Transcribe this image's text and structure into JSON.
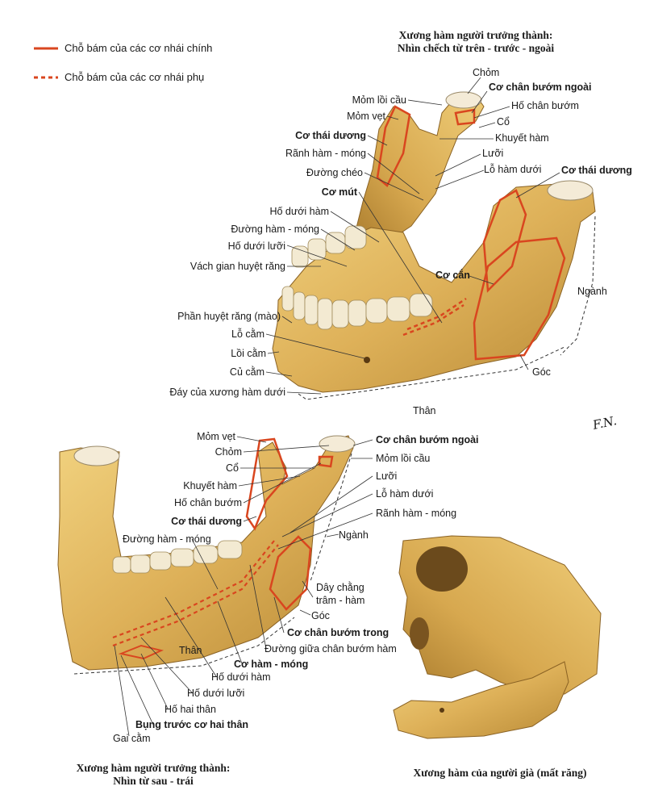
{
  "legend": {
    "main": "Chỗ bám của các cơ nhái chính",
    "secondary": "Chỗ bám của các cơ nhái phụ",
    "main_color": "#d9461f",
    "secondary_color": "#d9461f"
  },
  "top": {
    "caption_line1": "Xương hàm người trưởng thành:",
    "caption_line2": "Nhìn chếch từ trên - trước - ngoài",
    "labels": {
      "chom": "Chỏm",
      "co_chan_buom_ngoai": "Cơ chân bướm ngoài",
      "ho_chan_buom": "Hố chân bướm",
      "co": "Cổ",
      "khuyet_ham": "Khuyết hàm",
      "luoi": "Lưỡi",
      "lo_ham_duoi": "Lỗ hàm dưới",
      "co_thai_duong_right": "Cơ thái dương",
      "mom_loi_cau": "Mỏm lồi cầu",
      "mom_vet": "Mỏm vẹt",
      "co_thai_duong": "Cơ thái dương",
      "ranh_ham_mong": "Rãnh hàm - móng",
      "duong_cheo": "Đường chéo",
      "co_mut": "Cơ mút",
      "ho_duoi_ham": "Hố dưới hàm",
      "duong_ham_mong": "Đường hàm - móng",
      "ho_duoi_luoi": "Hố dưới lưỡi",
      "vach_gian_huyet_rang": "Vách gian huyệt răng",
      "co_can": "Cơ cắn",
      "nganh": "Ngành",
      "phan_huyet_rang": "Phần huyệt răng (mào)",
      "lo_cam": "Lỗ cằm",
      "loi_cam": "Lồi cằm",
      "cu_cam": "Củ cằm",
      "day": "Đáy của xương hàm dưới",
      "goc": "Góc",
      "than": "Thân"
    }
  },
  "bottom": {
    "caption_line1": "Xương hàm người trưởng thành:",
    "caption_line2": "Nhìn từ sau - trái",
    "labels": {
      "mom_vet": "Mỏm vẹt",
      "chom": "Chỏm",
      "co": "Cổ",
      "khuyet_ham": "Khuyết hàm",
      "ho_chan_buom": "Hố chân bướm",
      "co_thai_duong": "Cơ thái dương",
      "duong_ham_mong": "Đường hàm - móng",
      "co_chan_buom_ngoai": "Cơ chân bướm ngoài",
      "mom_loi_cau": "Mỏm lồi cầu",
      "luoi": "Lưỡi",
      "lo_ham_duoi": "Lỗ hàm dưới",
      "ranh_ham_mong": "Rãnh hàm - móng",
      "nganh": "Ngành",
      "day_chang": "Dây chằng",
      "tram_ham": "trâm - hàm",
      "goc": "Góc",
      "co_chan_buom_trong": "Cơ chân bướm trong",
      "duong_giua": "Đường giữa chân bướm hàm",
      "than": "Thân",
      "co_ham_mong": "Cơ hàm - móng",
      "ho_duoi_ham": "Hố dưới hàm",
      "ho_duoi_luoi": "Hố dưới lưỡi",
      "ho_hai_than": "Hố hai thân",
      "bung_truoc": "Bụng trước cơ hai thân",
      "gai_cam": "Gai cằm"
    }
  },
  "elderly": {
    "caption": "Xương hàm của người già (mất răng)"
  },
  "bone_color": "#e0b65a",
  "bone_dark": "#b9872f"
}
